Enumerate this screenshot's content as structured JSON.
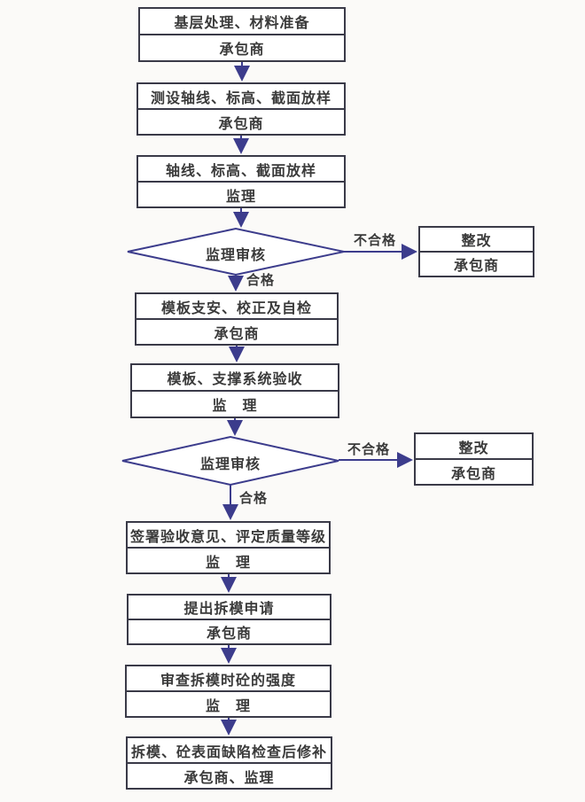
{
  "diagram": {
    "process_nodes": [
      {
        "title": "基层处理、材料准备",
        "actor": "承包商"
      },
      {
        "title": "测设轴线、标高、截面放样",
        "actor": "承包商"
      },
      {
        "title": "轴线、标高、截面放样",
        "actor": "监理"
      },
      {
        "title": "模板支安、校正及自检",
        "actor": "承包商"
      },
      {
        "title": "模板、支撑系统验收",
        "actor": "监　理"
      },
      {
        "title": "签署验收意见、评定质量等级",
        "actor": "监　理"
      },
      {
        "title": "提出拆模申请",
        "actor": "承包商"
      },
      {
        "title": "审查拆模时砼的强度",
        "actor": "监　理"
      },
      {
        "title": "拆模、砼表面缺陷检查后修补",
        "actor": "承包商、监理"
      }
    ],
    "decisions": [
      {
        "label": "监理审核"
      },
      {
        "label": "监理审核"
      }
    ],
    "rework_nodes": [
      {
        "title": "整改",
        "actor": "承包商"
      },
      {
        "title": "整改",
        "actor": "承包商"
      }
    ],
    "edge_labels": {
      "pass_1": "合格",
      "fail_1": "不合格",
      "pass_2": "合格",
      "fail_2": "不合格"
    },
    "colors": {
      "line": "#3c3c8c",
      "box_border": "#3a3a48",
      "text": "#3a3a3a",
      "background": "#fbfaf8"
    }
  }
}
